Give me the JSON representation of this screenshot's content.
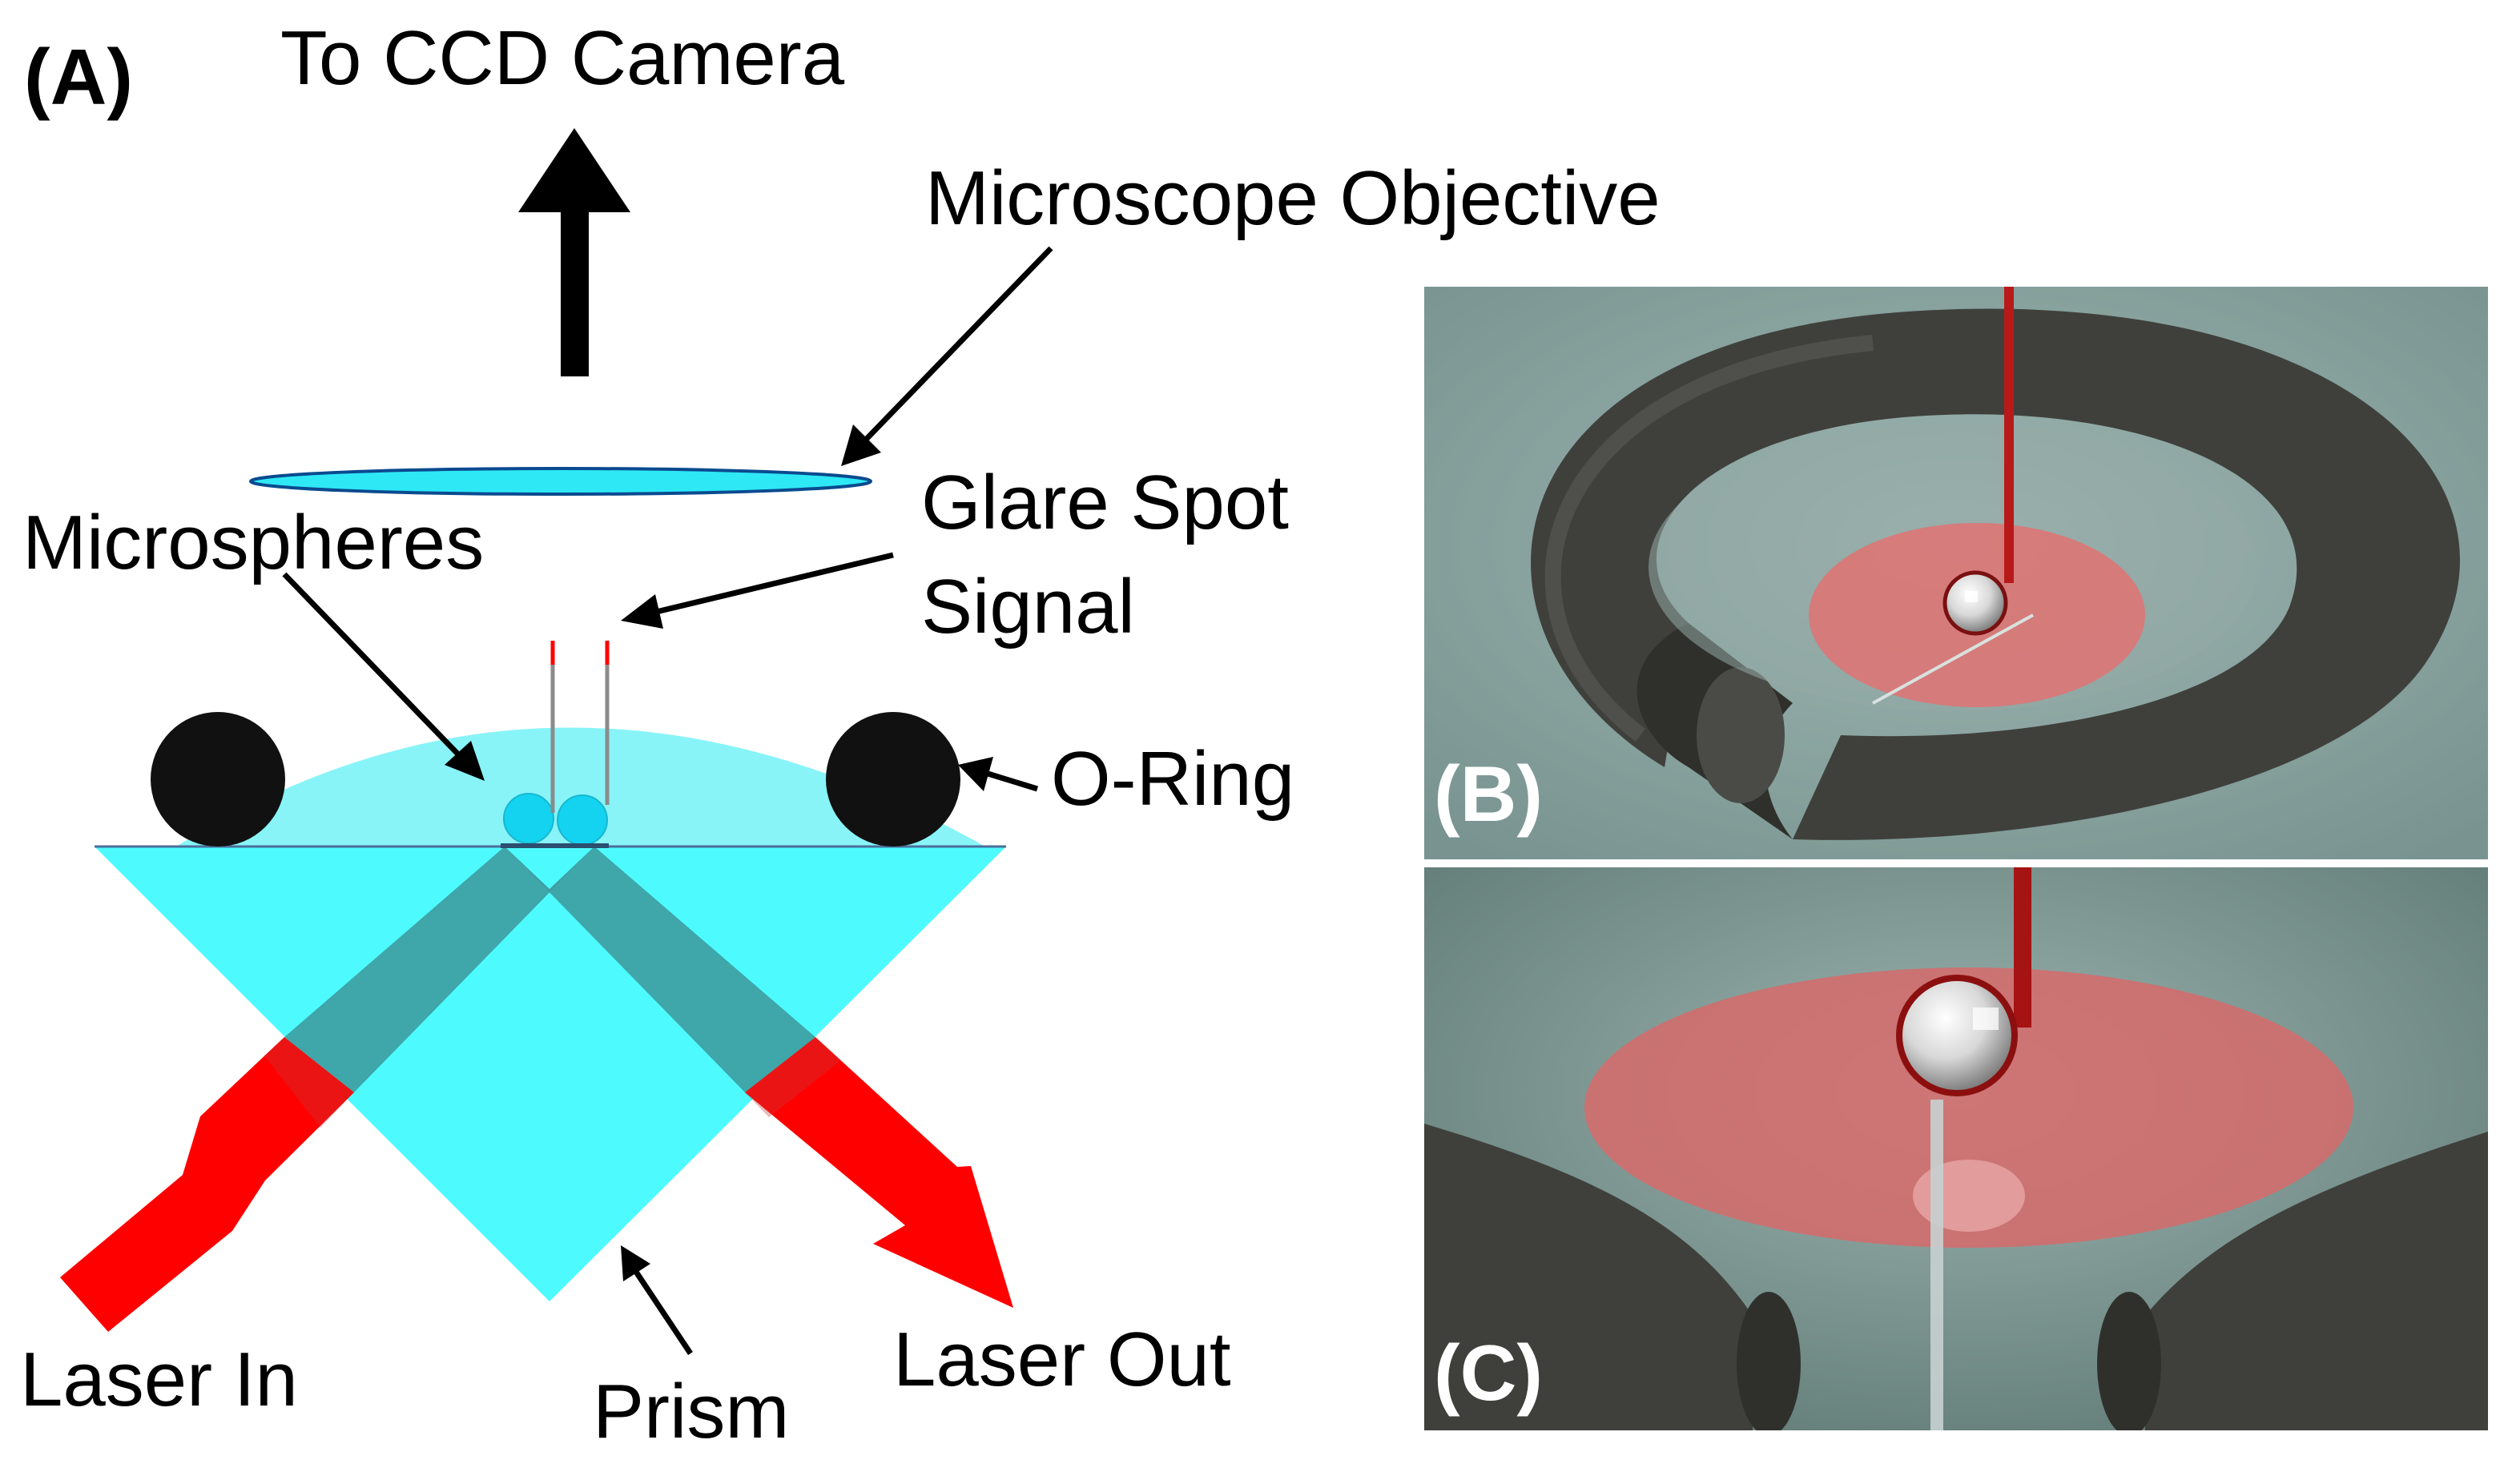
{
  "panel_a": {
    "label": "(A)",
    "camera_label": "To CCD Camera",
    "objective_label": "Microscope Objective",
    "glare_label_line1": "Glare Spot",
    "glare_label_line2": "Signal",
    "microspheres_label": "Microspheres",
    "oring_label": "O-Ring",
    "laser_in_label": "Laser In",
    "prism_label": "Prism",
    "laser_out_label": "Laser Out"
  },
  "panel_b": {
    "label": "(B)"
  },
  "panel_c": {
    "label": "(C)"
  },
  "colors": {
    "prism": "#4dfbff",
    "fluid": "#88f4f8",
    "lens": "#2ee8f5",
    "laser": "#ff0000",
    "oring": "#111111",
    "beam_path": "#3e9ea2",
    "render_bg": "#7e9c98",
    "render_ring": "#3f403c"
  }
}
